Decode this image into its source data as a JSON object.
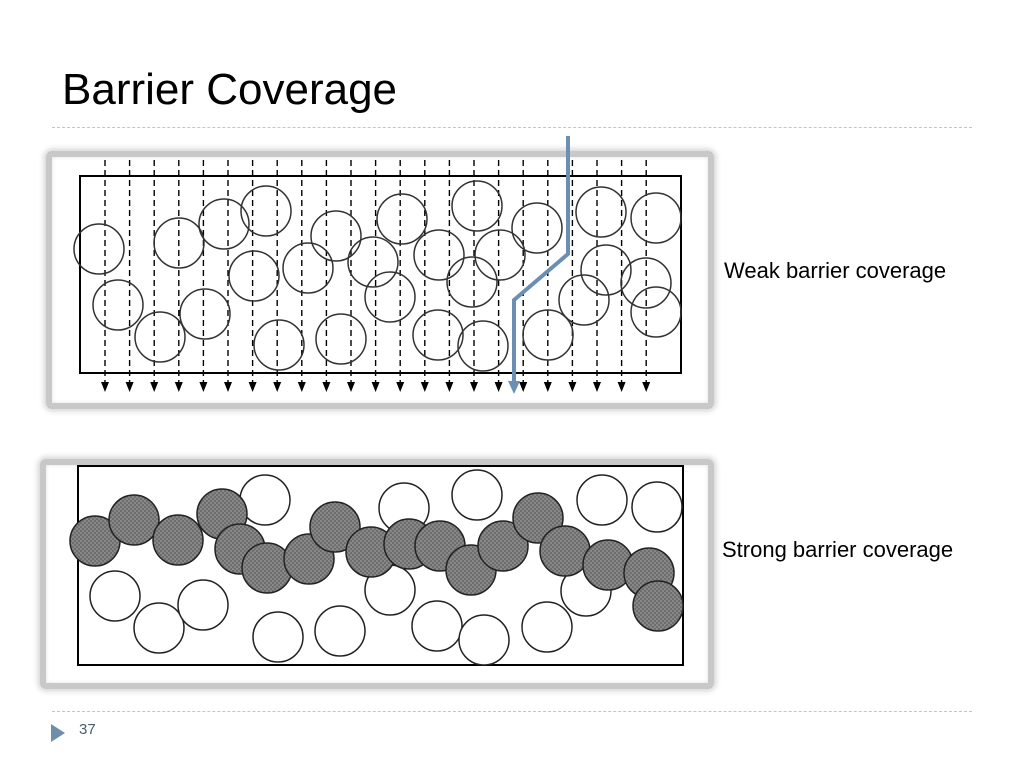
{
  "slide": {
    "title": "Barrier Coverage",
    "page_number": "37"
  },
  "weak_panel": {
    "caption": "Weak barrier coverage",
    "colors": {
      "sensor_stroke": "#333333",
      "path": "#6b8fb4",
      "rect": "#000000"
    }
  },
  "strong_panel": {
    "caption": "Strong barrier coverage",
    "colors": {
      "barrier_fill": "#7a7a7a",
      "sensor_stroke": "#222222"
    }
  },
  "footer": {
    "icon": "triangle-bullet-icon"
  }
}
